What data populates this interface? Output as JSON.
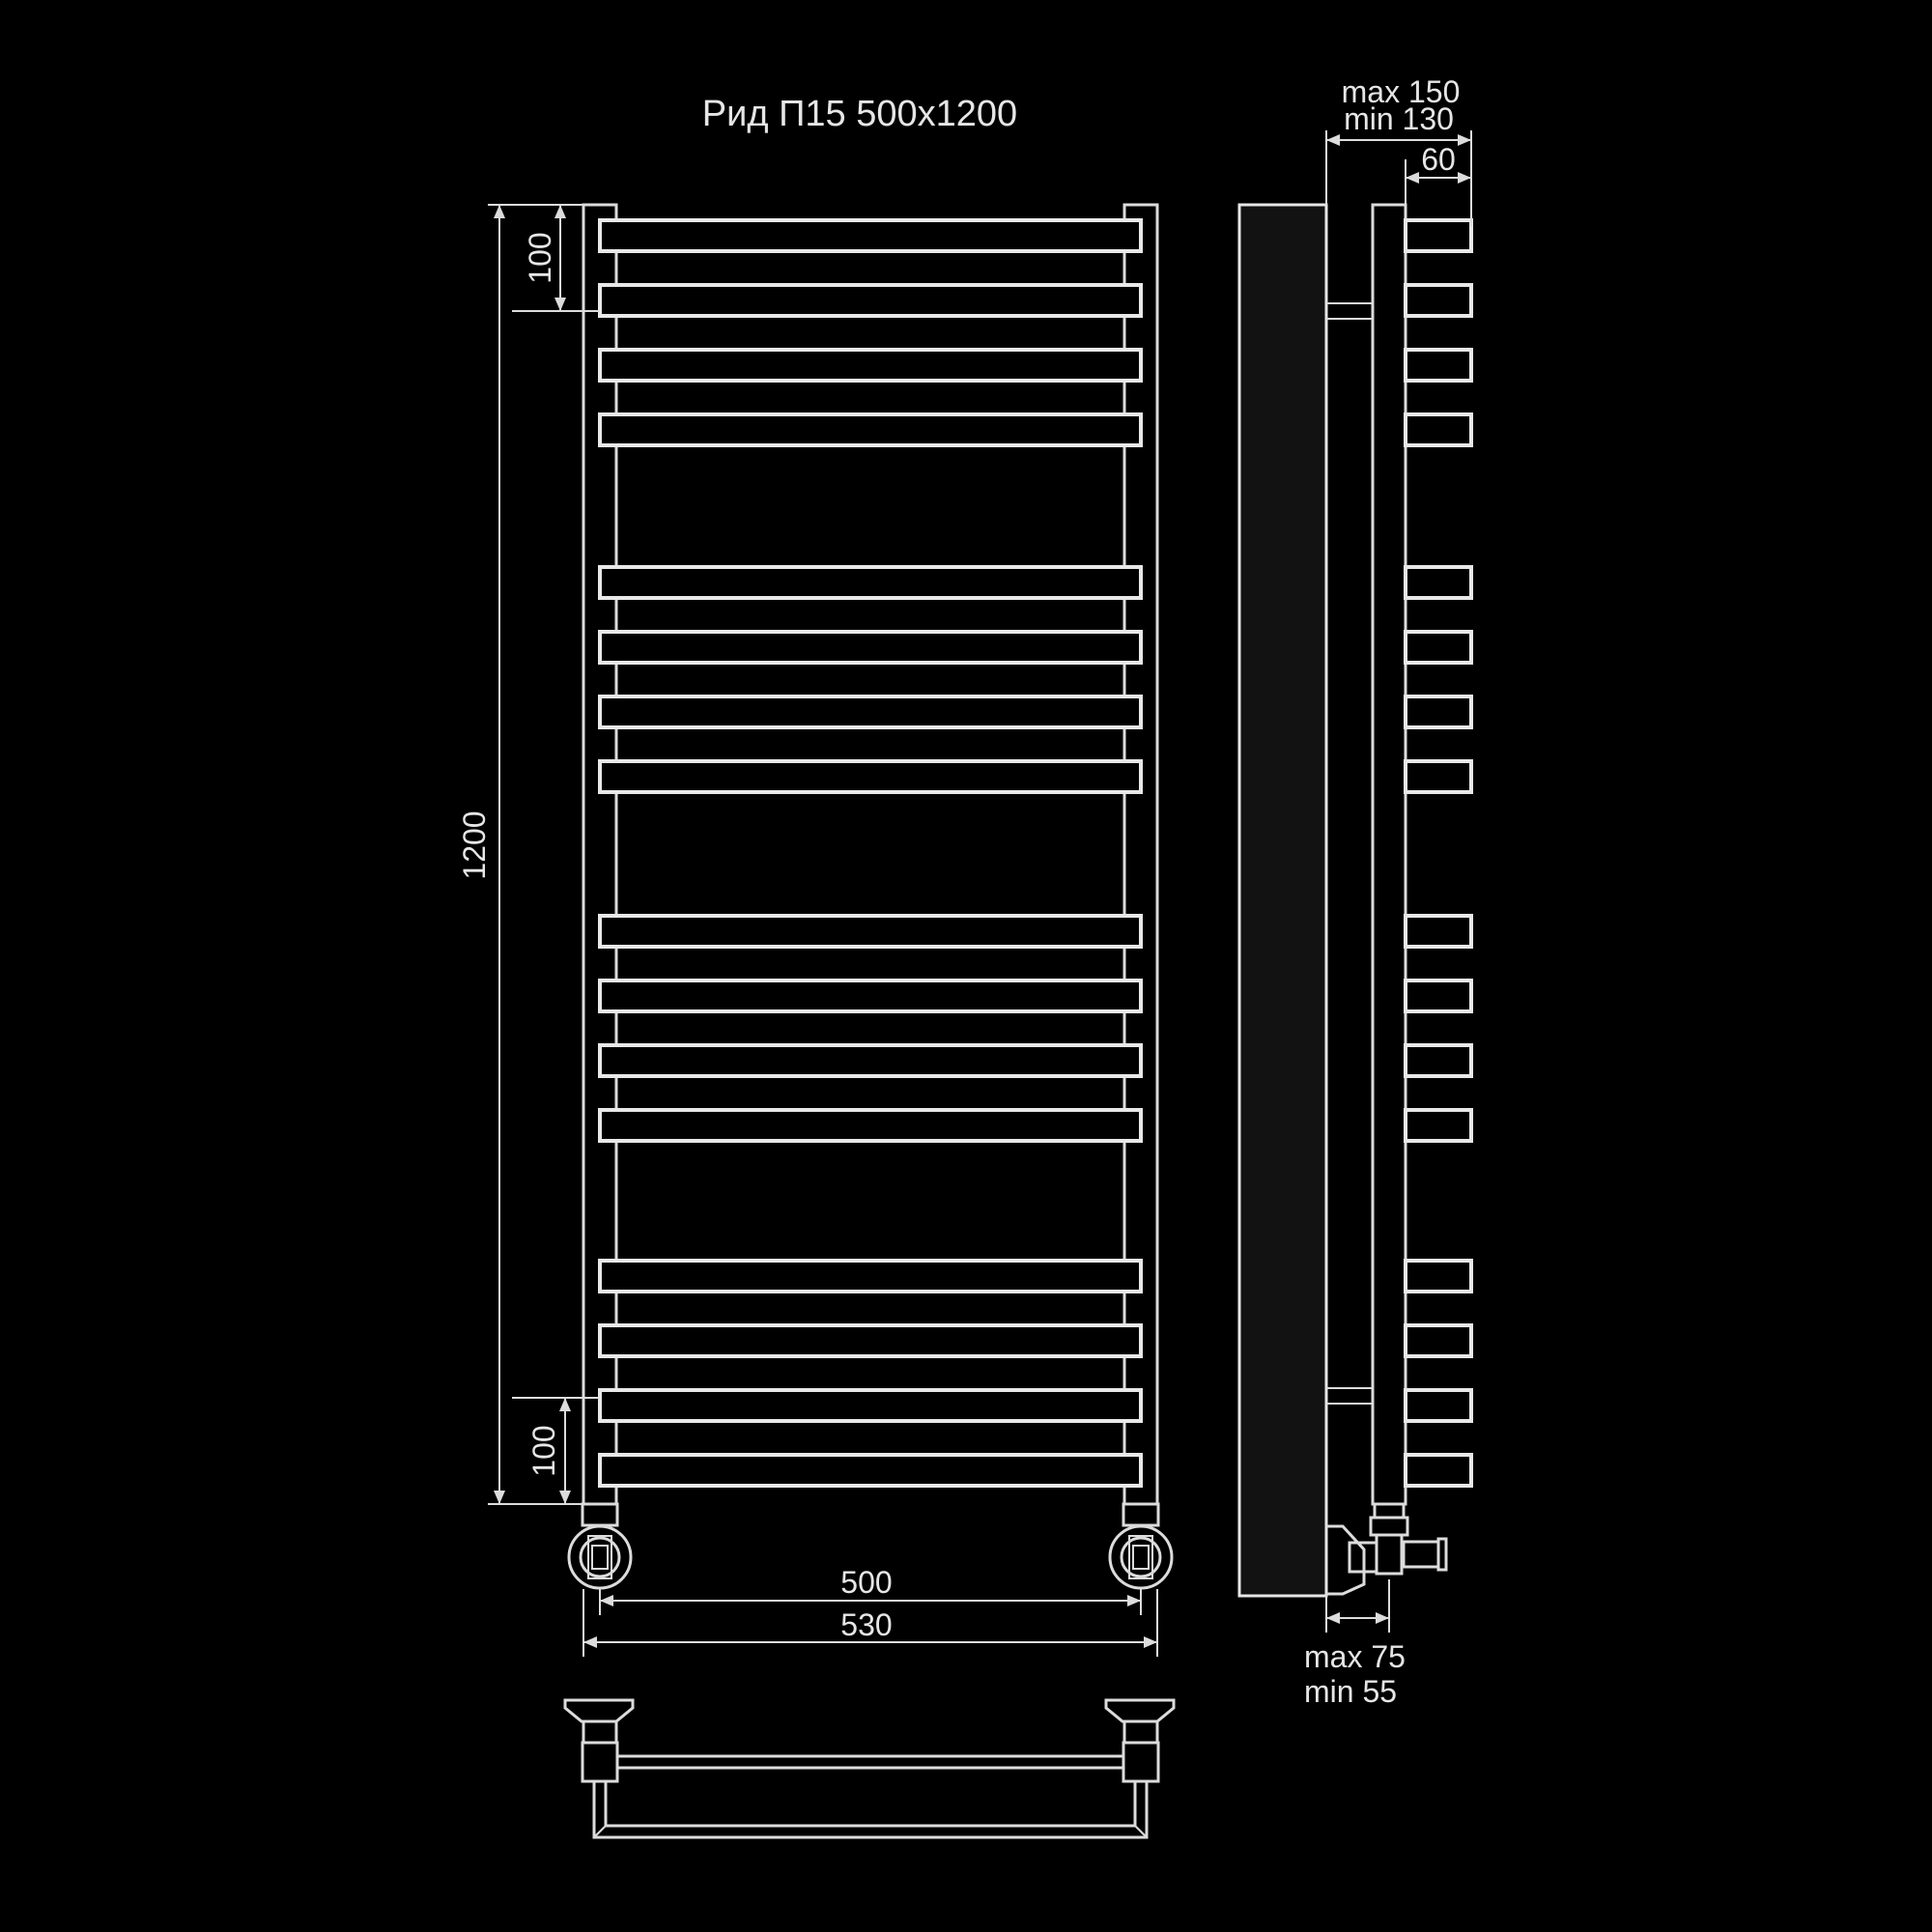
{
  "title": "Рид П15 500x1200",
  "dimensions": {
    "height_total": "1200",
    "top_spacing": "100",
    "bottom_spacing": "100",
    "width_inner": "500",
    "width_outer": "530",
    "depth_max": "max 150",
    "depth_min": "min 130",
    "bar_depth": "60",
    "valve_max": "max 75",
    "valve_min": "min 55"
  },
  "bar_groups": [
    {
      "count": 4
    },
    {
      "count": 4
    },
    {
      "count": 4
    },
    {
      "count": 4
    }
  ],
  "colors": {
    "background": "#000000",
    "line": "#e6e6e6"
  }
}
